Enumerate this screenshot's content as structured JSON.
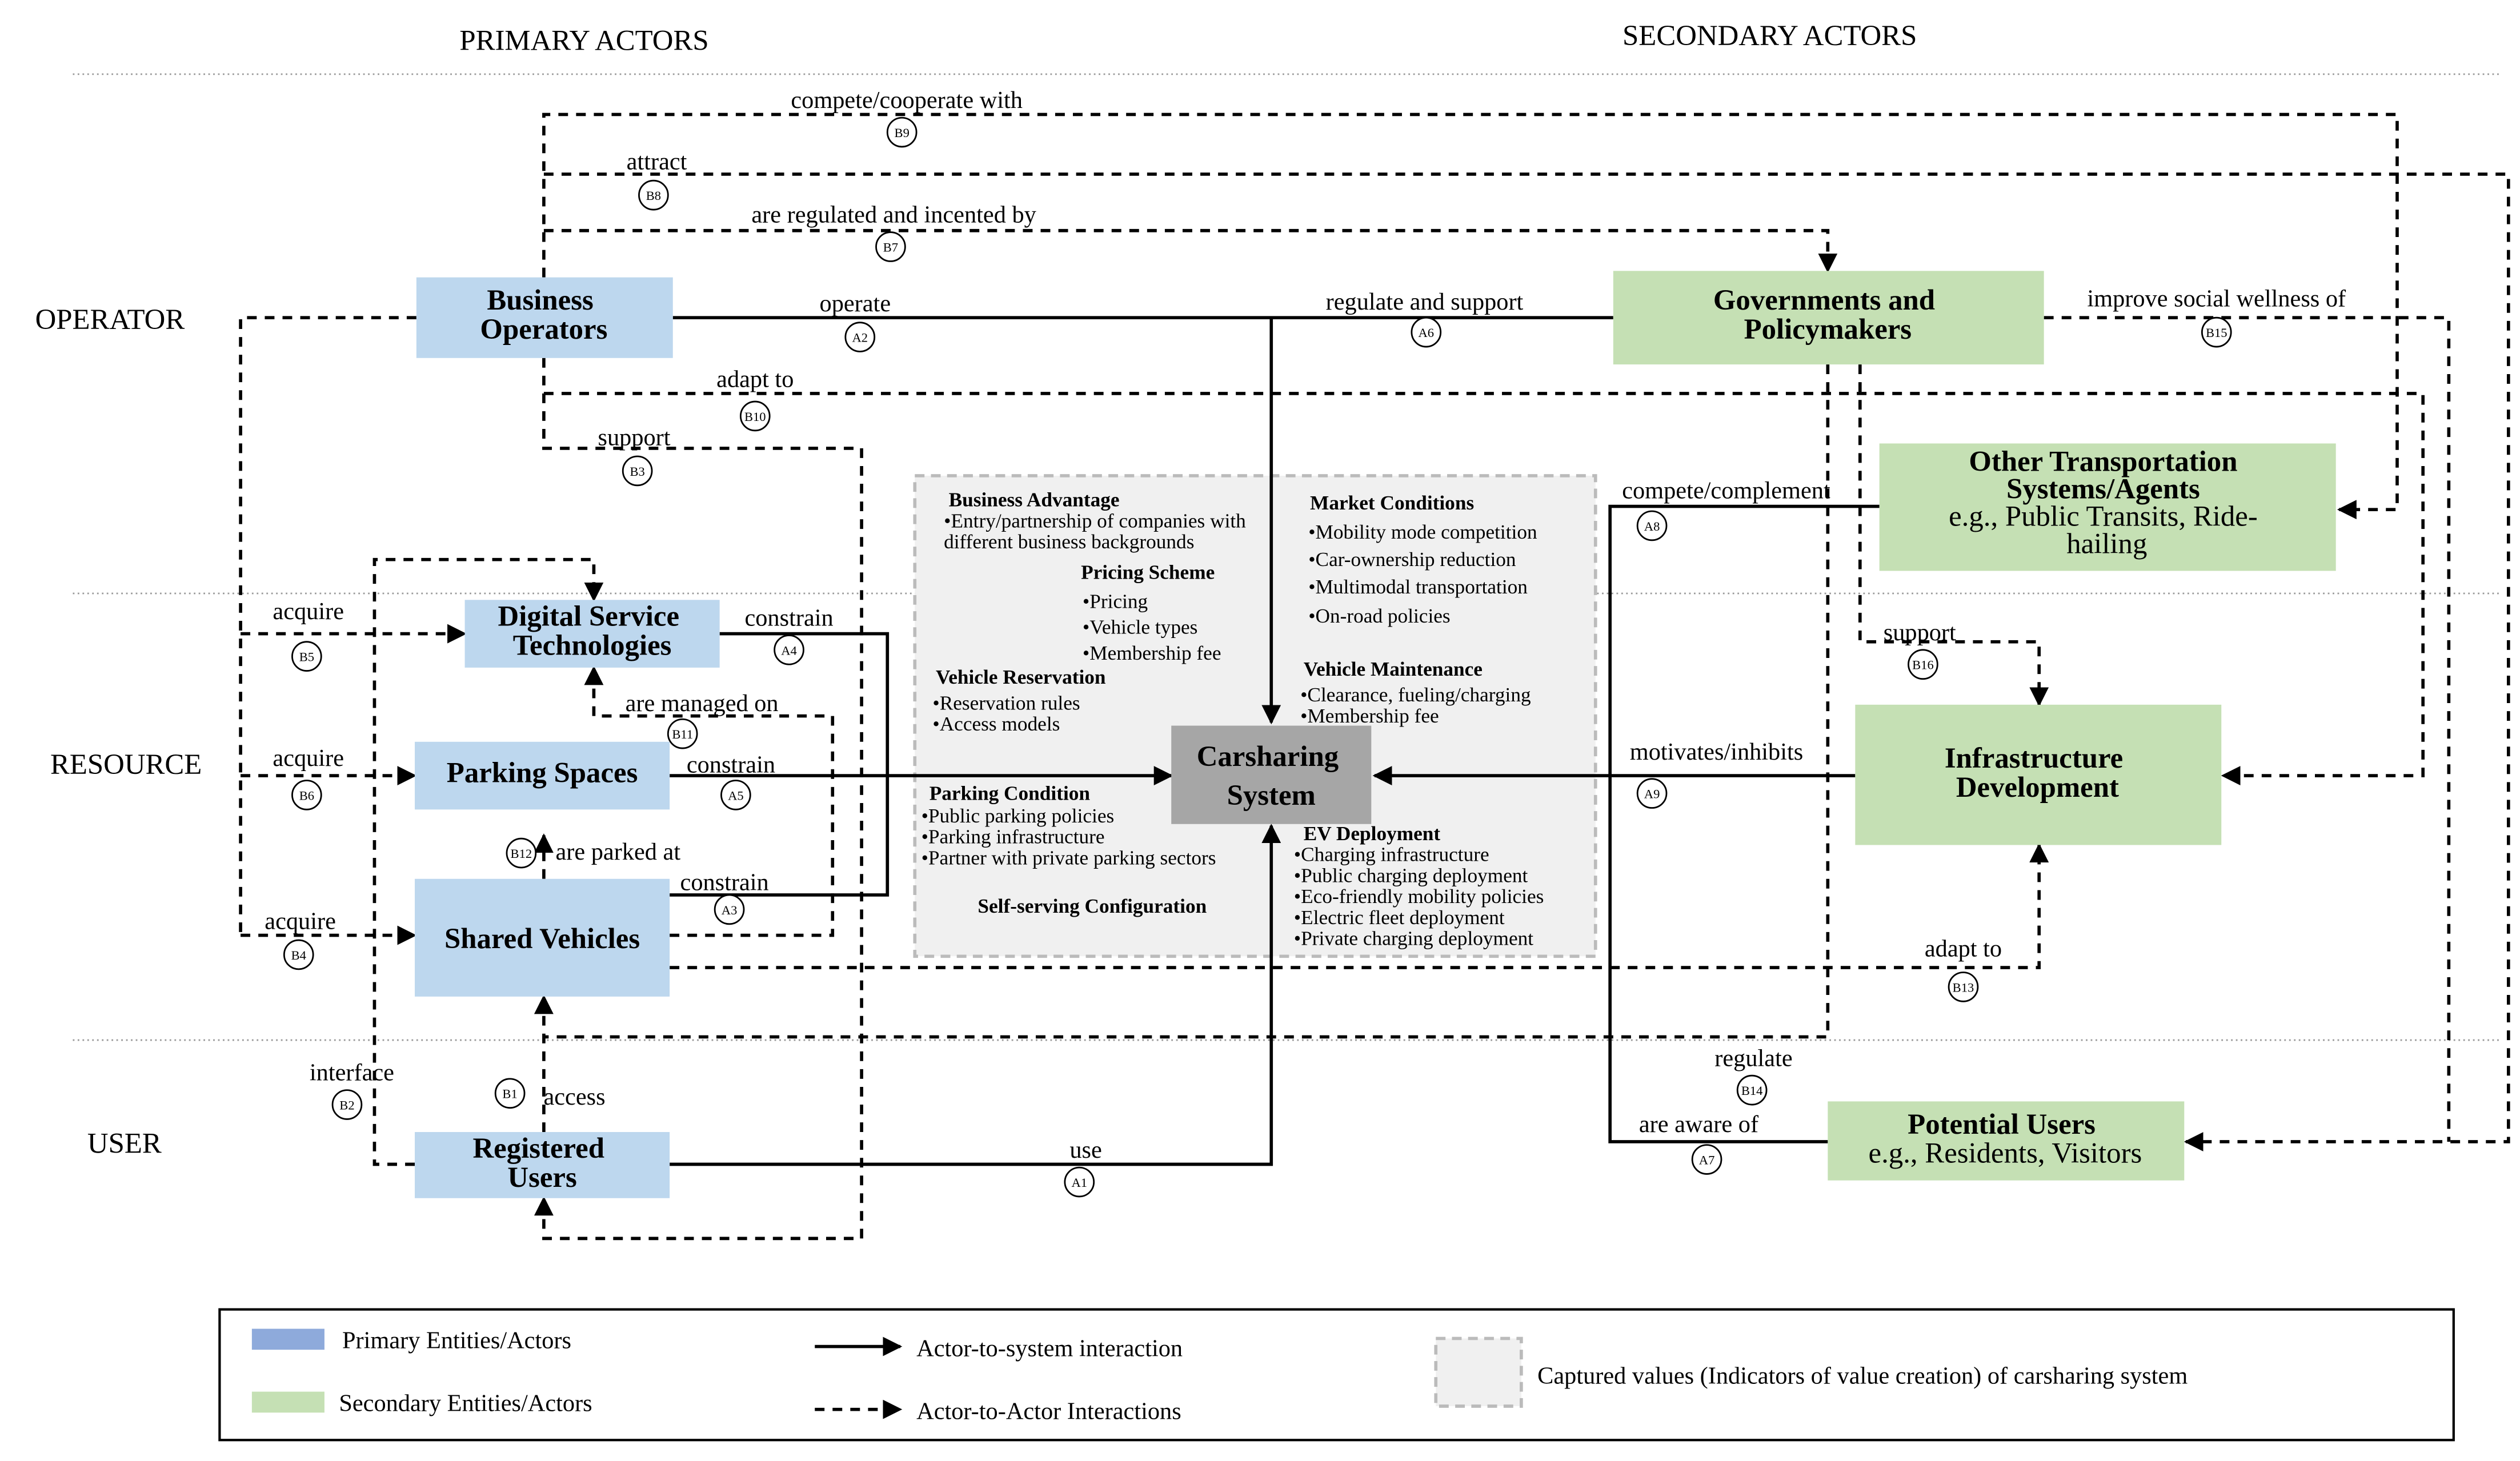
{
  "headers": {
    "primary_actors": "PRIMARY ACTORS",
    "secondary_actors": "SECONDARY ACTORS"
  },
  "row_labels": {
    "operator": "OPERATOR",
    "resource": "RESOURCE",
    "user": "USER"
  },
  "colors": {
    "primary": "#bdd7ee",
    "secondary": "#c5e0b4",
    "center": "#a6a6a6",
    "captured_bg": "#f0f0f0",
    "legend_primary": "#8eaadb",
    "legend_secondary": "#c5e0b4"
  },
  "nodes": {
    "business_operators": {
      "line1": "Business",
      "line2": "Operators"
    },
    "digital_service": {
      "line1": "Digital Service",
      "line2": "Technologies"
    },
    "parking_spaces": {
      "line1": "Parking Spaces"
    },
    "shared_vehicles": {
      "line1": "Shared Vehicles"
    },
    "registered_users": {
      "line1": "Registered",
      "line2": "Users"
    },
    "carsharing": {
      "line1": "Carsharing",
      "line2": "System"
    },
    "governments": {
      "line1": "Governments and",
      "line2": "Policymakers"
    },
    "other_transport": {
      "line1": "Other Transportation",
      "line2": "Systems/Agents",
      "line3": "e.g., Public Transits, Ride-",
      "line4": "hailing"
    },
    "infrastructure": {
      "line1": "Infrastructure",
      "line2": "Development"
    },
    "potential_users": {
      "line1": "Potential Users",
      "line2": "e.g., Residents, Visitors"
    }
  },
  "edges": {
    "b9": {
      "label": "compete/cooperate with",
      "tag": "B9"
    },
    "b8": {
      "label": "attract",
      "tag": "B8"
    },
    "b7": {
      "label": "are regulated and incented by",
      "tag": "B7"
    },
    "a2": {
      "label": "operate",
      "tag": "A2"
    },
    "a6": {
      "label": "regulate and support",
      "tag": "A6"
    },
    "b15": {
      "label": "improve social wellness of",
      "tag": "B15"
    },
    "b10": {
      "label": "adapt to",
      "tag": "B10"
    },
    "b3": {
      "label": "support",
      "tag": "B3"
    },
    "a8": {
      "label": "compete/complement",
      "tag": "A8"
    },
    "b5": {
      "label": "acquire",
      "tag": "B5"
    },
    "a4": {
      "label": "constrain",
      "tag": "A4"
    },
    "b11": {
      "label": "are managed on",
      "tag": "B11"
    },
    "b16": {
      "label": "support",
      "tag": "B16"
    },
    "b6": {
      "label": "acquire",
      "tag": "B6"
    },
    "a5": {
      "label": "constrain",
      "tag": "A5"
    },
    "a9": {
      "label": "motivates/inhibits",
      "tag": "A9"
    },
    "b12": {
      "label": "are parked at",
      "tag": "B12"
    },
    "a3": {
      "label": "constrain",
      "tag": "A3"
    },
    "b4": {
      "label": "acquire",
      "tag": "B4"
    },
    "b13": {
      "label": "adapt to",
      "tag": "B13"
    },
    "b2": {
      "label": "interface",
      "tag": "B2"
    },
    "b1": {
      "label": "access",
      "tag": "B1"
    },
    "b14": {
      "label": "regulate",
      "tag": "B14"
    },
    "a7": {
      "label": "are aware of",
      "tag": "A7"
    },
    "a1": {
      "label": "use",
      "tag": "A1"
    }
  },
  "captured": {
    "business_advantage": {
      "title": "Business Advantage",
      "items": [
        "•Entry/partnership of companies with",
        "different business backgrounds"
      ]
    },
    "pricing_scheme": {
      "title": "Pricing Scheme",
      "items": [
        "•Pricing",
        "•Vehicle types",
        "•Membership fee"
      ]
    },
    "vehicle_reservation": {
      "title": "Vehicle Reservation",
      "items": [
        "•Reservation rules",
        "•Access models"
      ]
    },
    "market_conditions": {
      "title": "Market Conditions",
      "items": [
        "•Mobility mode competition",
        "•Car-ownership reduction",
        "•Multimodal transportation",
        "•On-road policies"
      ]
    },
    "vehicle_maintenance": {
      "title": "Vehicle Maintenance",
      "items": [
        "•Clearance, fueling/charging",
        "•Membership fee"
      ]
    },
    "parking_condition": {
      "title": "Parking Condition",
      "items": [
        "•Public parking policies",
        "•Parking  infrastructure",
        "•Partner with private parking sectors"
      ]
    },
    "self_serving": {
      "title": "Self-serving Configuration"
    },
    "ev_deployment": {
      "title": "EV Deployment",
      "items": [
        "•Charging infrastructure",
        "•Public charging  deployment",
        "•Eco-friendly mobility policies",
        "•Electric fleet deployment",
        "•Private charging deployment"
      ]
    }
  },
  "legend": {
    "primary": "Primary Entities/Actors",
    "secondary": "Secondary Entities/Actors",
    "solid": "Actor-to-system interaction",
    "dashed": "Actor-to-Actor Interactions",
    "captured": "Captured values (Indicators of value creation) of carsharing system"
  }
}
